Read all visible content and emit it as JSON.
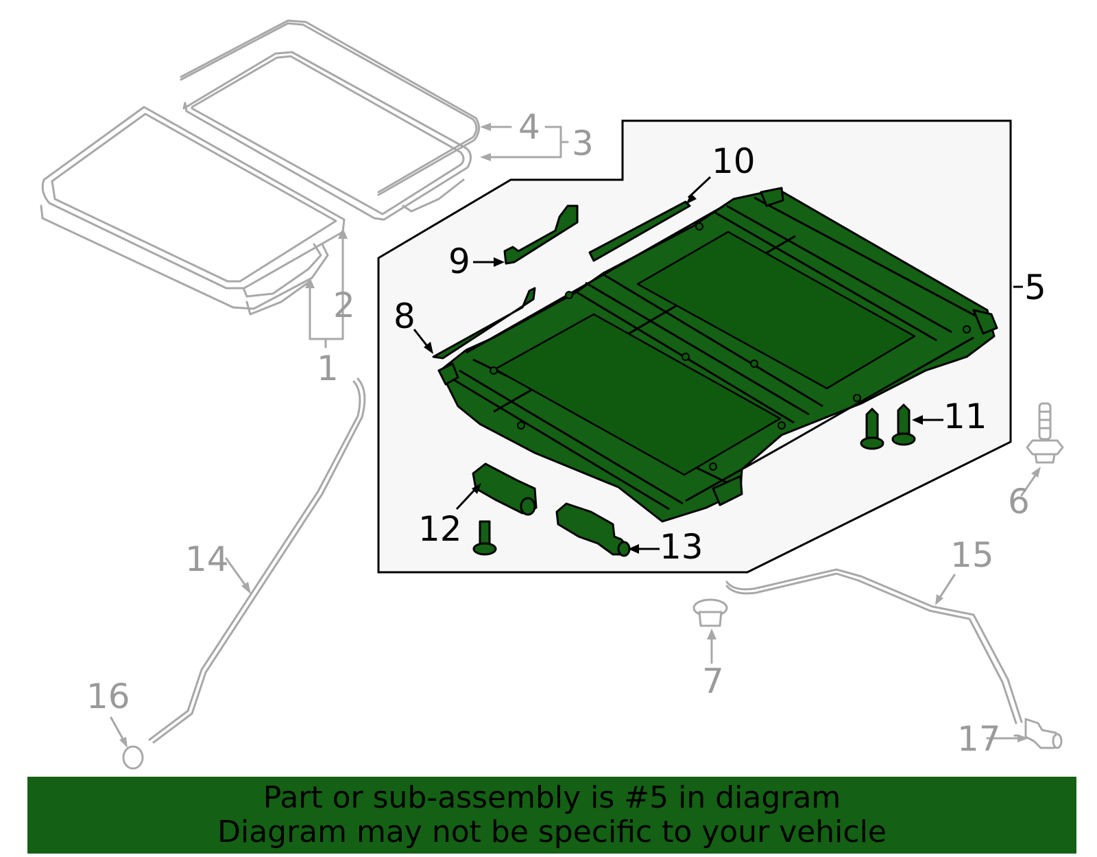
{
  "callouts": {
    "c1": "1",
    "c2": "2",
    "c3": "3",
    "c4": "4",
    "c5": "5",
    "c6": "6",
    "c7": "7",
    "c8": "8",
    "c9": "9",
    "c10": "10",
    "c11": "11",
    "c12": "12",
    "c13": "13",
    "c14": "14",
    "c15": "15",
    "c16": "16",
    "c17": "17"
  },
  "highlighted_part": "5",
  "colors": {
    "highlight": "#146014",
    "panel": "#f7f7f7",
    "inactive": "#a8a8a8"
  },
  "banner": {
    "line1": "Part or sub-assembly is #5 in diagram",
    "line2": "Diagram may not be specific to your vehicle"
  }
}
